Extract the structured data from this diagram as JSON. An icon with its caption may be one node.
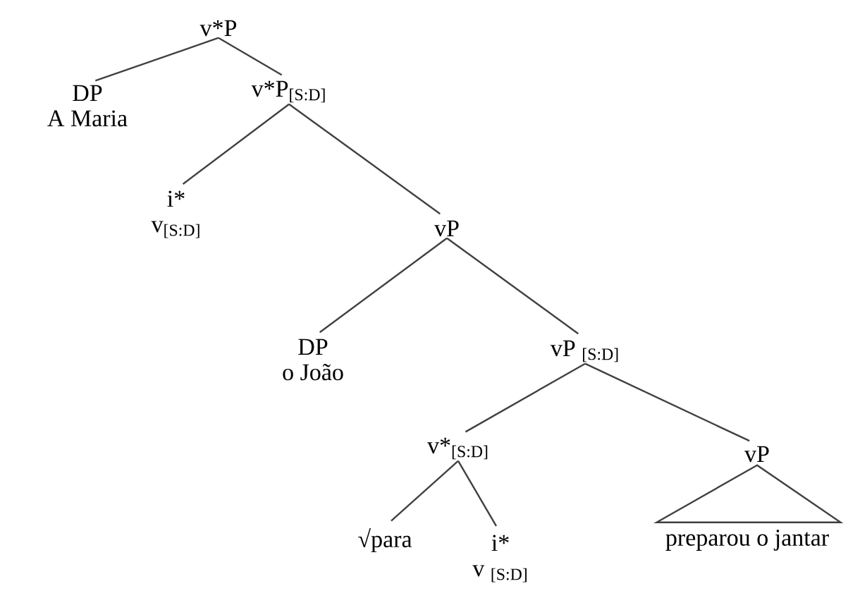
{
  "diagram": {
    "nodes": [
      {
        "text": [
          "v*P"
        ]
      },
      {
        "text": [
          "DP",
          "A Maria"
        ]
      },
      {
        "text": [
          "v*P$_{[S:D]}$"
        ]
      },
      {
        "text": [
          "i*",
          "v$_{[S:D]}$"
        ]
      },
      {
        "text": [
          "vP"
        ]
      },
      {
        "text": [
          "DP",
          "o João"
        ]
      },
      {
        "text": [
          "vP $_{[S:D]}$"
        ]
      },
      {
        "text": [
          "v*$_{[S:D]}$"
        ]
      },
      {
        "text": [
          "vP"
        ]
      },
      {
        "text": [
          "√para"
        ]
      },
      {
        "text": [
          "i*",
          "v $_{[S:D]}$"
        ]
      },
      {
        "text": [
          "preparou o jantar"
        ]
      }
    ],
    "edges": [
      {
        "from": 0,
        "to": 1,
        "arrow": "none"
      },
      {
        "from": 0,
        "to": 2,
        "arrow": "none"
      },
      {
        "from": 2,
        "to": 3,
        "arrow": "none"
      },
      {
        "from": 2,
        "to": 4,
        "arrow": "none"
      },
      {
        "from": 4,
        "to": 5,
        "arrow": "none"
      },
      {
        "from": 4,
        "to": 6,
        "arrow": "none"
      },
      {
        "from": 6,
        "to": 7,
        "arrow": "none"
      },
      {
        "from": 6,
        "to": 8,
        "arrow": "none"
      },
      {
        "from": 7,
        "to": 9,
        "arrow": "none"
      },
      {
        "from": 7,
        "to": 10,
        "arrow": "none"
      },
      {
        "from": 8,
        "to": 11,
        "arrow": "none"
      }
    ]
  }
}
